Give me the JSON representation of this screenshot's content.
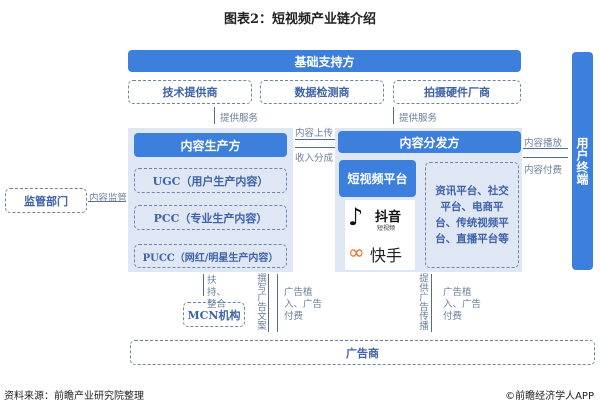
{
  "title": "图表2：短视频产业链介绍",
  "basic_support": {
    "label": "基础支持方",
    "items": [
      "技术提供商",
      "数据检测商",
      "拍摄硬件厂商"
    ]
  },
  "provide_service": "提供服务",
  "producer": {
    "label": "内容生产方",
    "items": [
      "UGC（用户生产内容）",
      "PCC（专业生产内容）",
      "PUCC（网红/明星生产内容）"
    ]
  },
  "regulator": {
    "label": "监管部门",
    "flow": "内容监管"
  },
  "upload": "内容上传",
  "revenue_share": "收入分成",
  "distributor": {
    "label": "内容分发方",
    "short_video": "短视频平台",
    "others": "资讯平台、社交平台、电商平台、传统视频平台、直播平台等",
    "logos": {
      "douyin": "抖音",
      "douyin_sub": "短视频",
      "kuaishou": "快手"
    }
  },
  "play": "内容播放",
  "pay": "内容付费",
  "user_terminal": "用户终端",
  "mcn": {
    "label": "MCN机构",
    "flow": "扶持、整合"
  },
  "write_ad": "撰写广告文案",
  "ad_pay": "广告植入、广告付费",
  "provide_ad": "提供广告传播",
  "advertiser": "广告商",
  "footer": {
    "source": "资料来源：前瞻产业研究院整理",
    "brand": "©前瞻经济学人APP"
  },
  "colors": {
    "primary": "#3d7fdc",
    "panel": "#dfe7f4"
  }
}
